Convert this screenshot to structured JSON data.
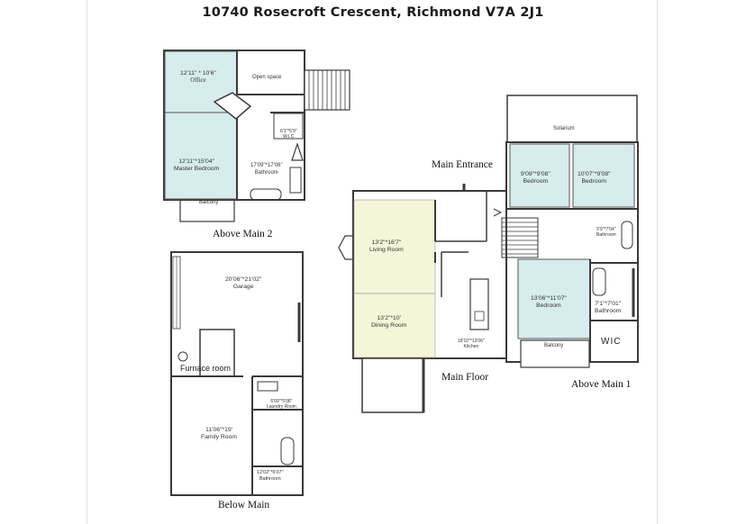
{
  "title": "10740 Rosecroft Crescent, Richmond V7A 2J1",
  "floors": {
    "above_main_2": {
      "label": "Above Main 2",
      "rooms": {
        "office": {
          "dim": "12'11\" * 10'6\"",
          "name": "Office"
        },
        "open_space": {
          "name": "Open space"
        },
        "master_bedroom": {
          "dim": "12'11\"*15'04\"",
          "name": "Master Bedroom"
        },
        "bathroom": {
          "dim": "17'09\"*17'06\"",
          "name": "Bathroom"
        },
        "wic": {
          "dim": "6'1\"*5'9\"",
          "name": "W.I.C"
        },
        "balcony": {
          "name": "Balcony"
        }
      }
    },
    "main_floor": {
      "label": "Main Floor",
      "entrance_label": "Main Entrance",
      "rooms": {
        "living_room": {
          "dim": "13'2\"*16'7\"",
          "name": "Living Room"
        },
        "dining_room": {
          "dim": "13'2\"*10'",
          "name": "Dining Room"
        },
        "kitchen": {
          "dim": "18'10\"*13'06\"",
          "name": "Kitchen"
        }
      }
    },
    "above_main_1": {
      "label": "Above Main 1",
      "rooms": {
        "solarium": {
          "name": "Solarium"
        },
        "bedroom_a": {
          "dim": "9'09\"*9'08\"",
          "name": "Bedroom"
        },
        "bedroom_b": {
          "dim": "10'07\"*9'08\"",
          "name": "Bedroom"
        },
        "bathroom_a": {
          "dim": "5'9\"*7'04\"",
          "name": "Bathroom"
        },
        "bedroom_c": {
          "dim": "13'06\"*11'07\"",
          "name": "Bedroom"
        },
        "bathroom_b": {
          "dim": "7'1\"*7'01\"",
          "name": "Bathroom"
        },
        "balcony": {
          "name": "Balcony"
        },
        "wic": {
          "name": "WIC"
        }
      }
    },
    "below_main": {
      "label": "Below Main",
      "rooms": {
        "garage": {
          "dim": "20'06\"*21'02\"",
          "name": "Garage"
        },
        "furnace_room": {
          "name": "Furnace room"
        },
        "laundry_room": {
          "dim": "6'09\"*5'08\"",
          "name": "Laundry Room"
        },
        "family_room": {
          "dim": "11'06\"*19'",
          "name": "Family Room"
        },
        "bathroom": {
          "dim": "12'02\"*6'07\"",
          "name": "Bathroom"
        }
      }
    }
  },
  "colors": {
    "wall": "#3a3a3a",
    "bedroom_fill": "#d7ecec",
    "living_fill": "#f5f6d9",
    "line": "#555555"
  }
}
